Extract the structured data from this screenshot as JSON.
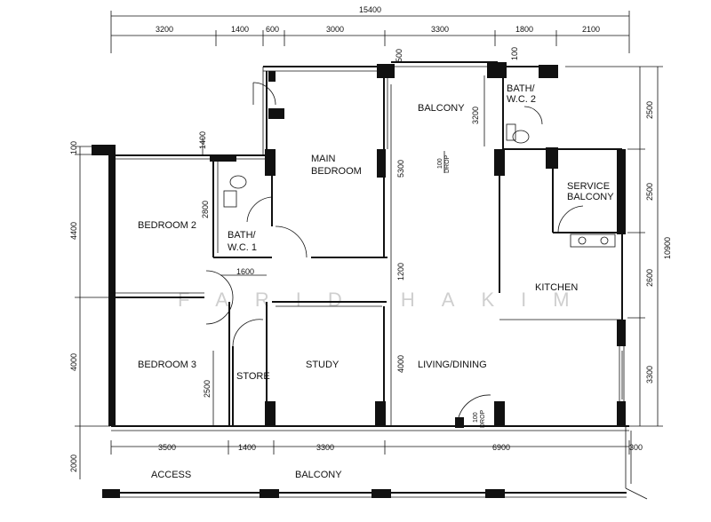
{
  "plan": {
    "rooms": {
      "main_bedroom_1": "MAIN",
      "main_bedroom_2": "BEDROOM",
      "balcony_top": "BALCONY",
      "bath_wc2_1": "BATH/",
      "bath_wc2_2": "W.C. 2",
      "bath_wc1_1": "BATH/",
      "bath_wc1_2": "W.C. 1",
      "bedroom2": "BEDROOM 2",
      "service_balcony_1": "SERVICE",
      "service_balcony_2": "BALCONY",
      "kitchen": "KITCHEN",
      "bedroom3": "BEDROOM 3",
      "store": "STORE",
      "study": "STUDY",
      "living_dining": "LIVING/DINING",
      "access": "ACCESS",
      "balcony_bottom": "BALCONY"
    },
    "dims_top": {
      "overall": "15400",
      "d1": "3200",
      "d2": "1400",
      "d3": "600",
      "d4": "3000",
      "d5": "3300",
      "d6": "1800",
      "d7": "2100",
      "d8": "500",
      "d9": "100"
    },
    "dims_left": {
      "d1": "100",
      "d2": "4400",
      "d3": "4000",
      "d4": "2000"
    },
    "dims_right": {
      "d1": "2500",
      "d2": "2500",
      "d3": "2600",
      "d4": "3300",
      "overall": "10900",
      "d5": "300"
    },
    "dims_bottom": {
      "d1": "3500",
      "d2": "1400",
      "d3": "3300",
      "d4": "6900"
    },
    "dims_inner": {
      "bed2_bath": "1400",
      "bath_height": "2800",
      "corridor": "1600",
      "main_bed_height": "5300",
      "balcony_height": "3200",
      "living_gap": "1200",
      "living_height": "4000",
      "bed3_wall": "2500"
    },
    "notes": {
      "drop_top_1": "100",
      "drop_top_2": "DROP",
      "drop_bottom_1": "100",
      "drop_bottom_2": "DROP"
    },
    "watermark": "FARID HAKIM"
  }
}
